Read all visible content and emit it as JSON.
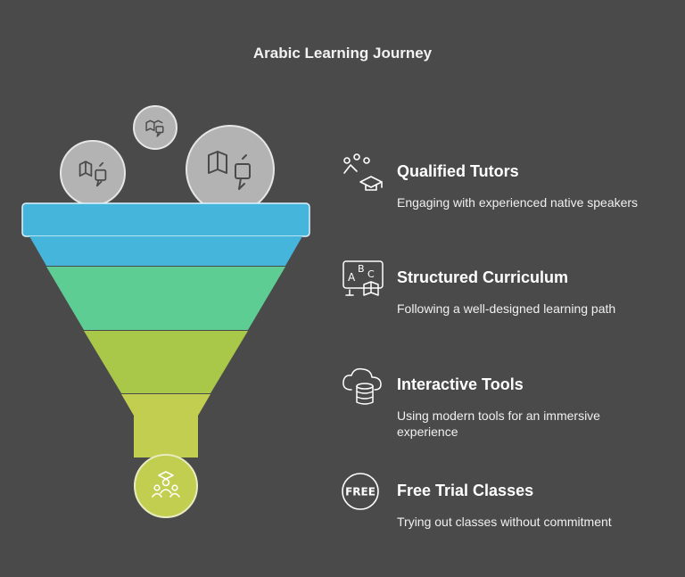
{
  "title": "Arabic Learning Journey",
  "colors": {
    "background": "#4a4a4a",
    "stage_1": "#45b5dc",
    "stage_2": "#5ecd94",
    "stage_3": "#a9c84a",
    "stage_4": "#c2ce4f",
    "bubbles": "#b3b3b3",
    "outcome": "#c2ce4f"
  },
  "stages": [
    {
      "title": "Qualified Tutors",
      "description": "Engaging with experienced native speakers",
      "icon": "tutor-graduation-icon"
    },
    {
      "title": "Structured Curriculum",
      "description": "Following a well-designed learning path",
      "icon": "abc-book-icon"
    },
    {
      "title": "Interactive Tools",
      "description": "Using modern tools for an immersive experience",
      "icon": "cloud-database-icon"
    },
    {
      "title": "Free Trial Classes",
      "description": "Trying out classes without commitment",
      "icon": "free-badge-icon",
      "badge_text": "FREE"
    }
  ],
  "bubbles": [
    {
      "icon": "book-chat-icon"
    },
    {
      "icon": "book-chat-icon"
    },
    {
      "icon": "book-chat-icon"
    }
  ],
  "outcome": {
    "icon": "students-graduate-icon"
  }
}
